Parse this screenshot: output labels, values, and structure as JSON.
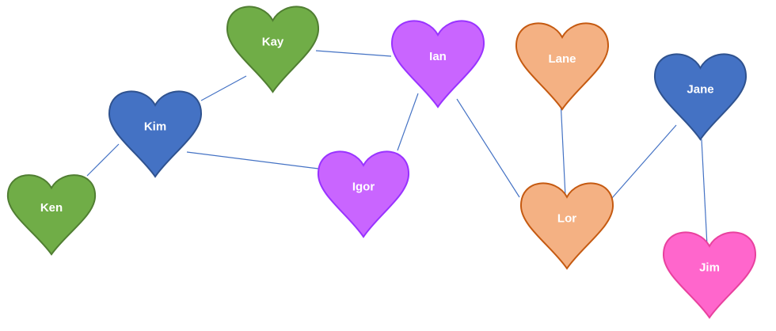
{
  "palette": {
    "green": {
      "fill": "#70AD47",
      "stroke": "#507E32"
    },
    "blue": {
      "fill": "#4472C4",
      "stroke": "#2F528F"
    },
    "purple": {
      "fill": "#C965FF",
      "stroke": "#9933FF"
    },
    "orange": {
      "fill": "#F4B183",
      "stroke": "#C55A11"
    },
    "pink": {
      "fill": "#FF66CC",
      "stroke": "#E8419E"
    },
    "edge": "#4472C4"
  },
  "nodes": [
    {
      "id": "kay",
      "label": "Kay",
      "color": "green"
    },
    {
      "id": "kim",
      "label": "Kim",
      "color": "blue"
    },
    {
      "id": "ken",
      "label": "Ken",
      "color": "green"
    },
    {
      "id": "ian",
      "label": "Ian",
      "color": "purple"
    },
    {
      "id": "igor",
      "label": "Igor",
      "color": "purple"
    },
    {
      "id": "lane",
      "label": "Lane",
      "color": "orange"
    },
    {
      "id": "lor",
      "label": "Lor",
      "color": "orange"
    },
    {
      "id": "jane",
      "label": "Jane",
      "color": "blue"
    },
    {
      "id": "jim",
      "label": "Jim",
      "color": "pink"
    }
  ],
  "edges": [
    [
      "ken",
      "kim"
    ],
    [
      "kim",
      "kay"
    ],
    [
      "kim",
      "igor"
    ],
    [
      "kay",
      "ian"
    ],
    [
      "ian",
      "igor"
    ],
    [
      "ian",
      "lor"
    ],
    [
      "lane",
      "lor"
    ],
    [
      "lor",
      "jane"
    ],
    [
      "jane",
      "jim"
    ]
  ]
}
